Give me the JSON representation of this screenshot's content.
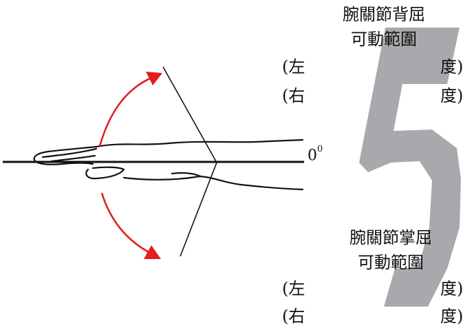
{
  "dorsiflexion": {
    "title_line1": "腕關節背屈",
    "title_line2": "可動範圍",
    "left_open": "(左",
    "left_close": "度)",
    "right_open": "(右",
    "right_close": "度)"
  },
  "palmar_flexion": {
    "title_line1": "腕關節掌屈",
    "title_line2": "可動範圍",
    "left_open": "(左",
    "left_close": "度)",
    "right_open": "(右",
    "right_close": "度)"
  },
  "zero_label": {
    "value": "0",
    "unit": "0"
  },
  "watermark_digit": "5",
  "colors": {
    "arrow": "#e02020",
    "watermark": "#a9a9ad",
    "line": "#111111"
  }
}
